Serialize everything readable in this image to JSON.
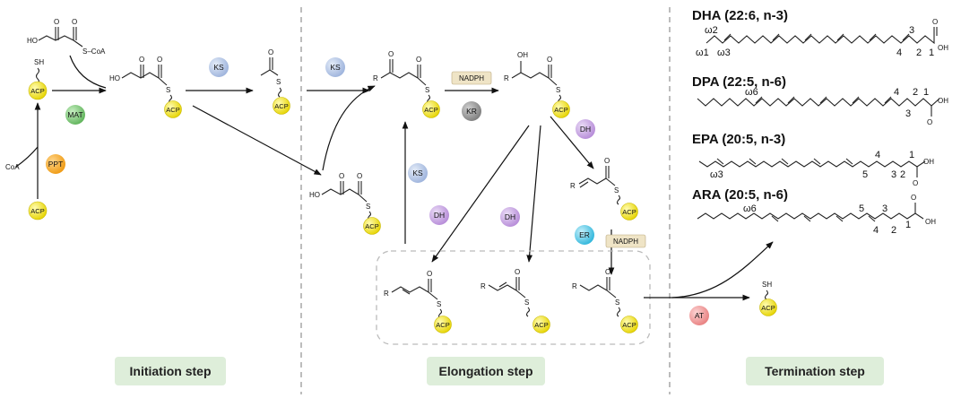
{
  "steps": {
    "initiation": "Initiation step",
    "elongation": "Elongation step",
    "termination": "Termination step"
  },
  "enzymes": {
    "mat": "MAT",
    "ppt": "PPT",
    "ks": "KS",
    "kr": "KR",
    "dh": "DH",
    "er": "ER",
    "at": "AT"
  },
  "carrier": "ACP",
  "cofactor": "NADPH",
  "labels": {
    "coa": "CoA",
    "s_coa": "S–CoA",
    "ho": "HO",
    "oh": "OH",
    "sh": "SH",
    "o": "O",
    "s": "S",
    "r": "R"
  },
  "fatty_acids": [
    {
      "title": "DHA (22:6, n-3)",
      "marks": [
        "ω1",
        "ω2",
        "ω3"
      ],
      "positions": [
        "1",
        "2",
        "3",
        "4"
      ]
    },
    {
      "title": "DPA (22:5, n-6)",
      "marks": [
        "ω6"
      ],
      "positions": [
        "1",
        "2",
        "3",
        "4"
      ]
    },
    {
      "title": "EPA (20:5, n-3)",
      "marks": [
        "ω3"
      ],
      "positions": [
        "1",
        "2",
        "3",
        "4",
        "5"
      ]
    },
    {
      "title": "ARA (20:5, n-6)",
      "marks": [
        "ω6"
      ],
      "positions": [
        "1",
        "2",
        "3",
        "4",
        "5"
      ]
    }
  ],
  "colors": {
    "acp": "#f2e600",
    "mat": "#7cc576",
    "ppt": "#f5a623",
    "ks": "#b7c9e8",
    "kr": "#9a9a9a",
    "dh": "#c9a6e4",
    "er": "#5bc8e6",
    "at": "#f29b9b",
    "nadph": "#efe4c6",
    "step_bg": "#deeeda"
  }
}
